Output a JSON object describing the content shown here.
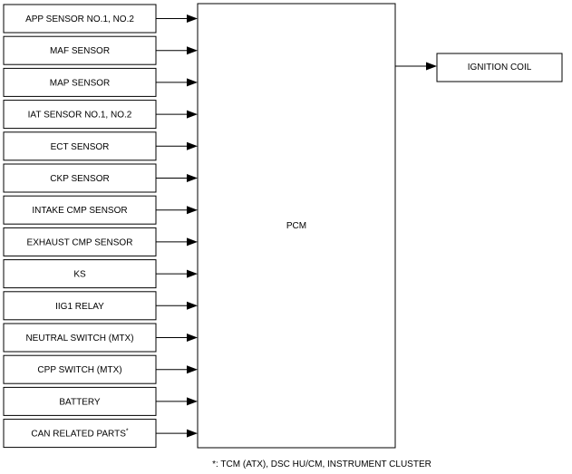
{
  "inputs": [
    {
      "label": "APP SENSOR NO.1, NO.2"
    },
    {
      "label": "MAF SENSOR"
    },
    {
      "label": "MAP SENSOR"
    },
    {
      "label": "IAT SENSOR NO.1, NO.2"
    },
    {
      "label": "ECT SENSOR"
    },
    {
      "label": "CKP SENSOR"
    },
    {
      "label": "INTAKE CMP SENSOR"
    },
    {
      "label": "EXHAUST CMP SENSOR"
    },
    {
      "label": "KS"
    },
    {
      "label": "IIG1 RELAY"
    },
    {
      "label": "NEUTRAL SWITCH (MTX)"
    },
    {
      "label": "CPP  SWITCH (MTX)"
    },
    {
      "label": "BATTERY"
    },
    {
      "label": "CAN RELATED PARTS",
      "mark": "*"
    }
  ],
  "controller": {
    "label": "PCM"
  },
  "outputs": [
    {
      "label": "IGNITION COIL"
    }
  ],
  "footnote": "*: TCM (ATX), DSC HU/CM, INSTRUMENT CLUSTER"
}
